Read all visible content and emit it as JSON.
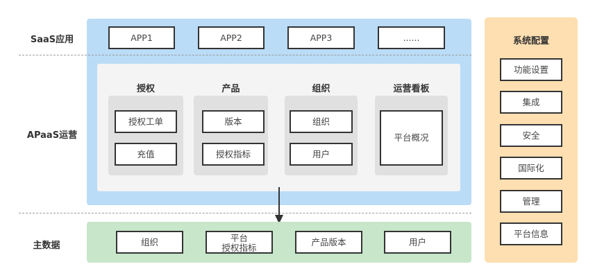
{
  "rows": {
    "saas_label": "SaaS应用",
    "apaas_label": "APaaS运营",
    "master_label": "主数据"
  },
  "saas": {
    "apps": [
      "APP1",
      "APP2",
      "APP3",
      "......"
    ]
  },
  "apaas": {
    "groups": [
      {
        "title": "授权",
        "items": [
          "授权工单",
          "充值"
        ]
      },
      {
        "title": "产品",
        "items": [
          "版本",
          "授权指标"
        ]
      },
      {
        "title": "组织",
        "items": [
          "组织",
          "用户"
        ]
      },
      {
        "title": "运营看板",
        "items": [
          "平台概况"
        ]
      }
    ]
  },
  "master_data": {
    "items": [
      "组织",
      "平台\n授权指标",
      "产品版本",
      "用户"
    ]
  },
  "system_config": {
    "title": "系统配置",
    "items": [
      "功能设置",
      "集成",
      "安全",
      "国际化",
      "管理",
      "平台信息"
    ]
  },
  "colors": {
    "saas_apaas_panel": "#bbdcf6",
    "master_panel": "#c8e6c9",
    "config_panel": "#fedfb1",
    "inner_panel": "#f4f4f4",
    "group_panel": "#e0e0e0",
    "box_border": "#333333"
  }
}
